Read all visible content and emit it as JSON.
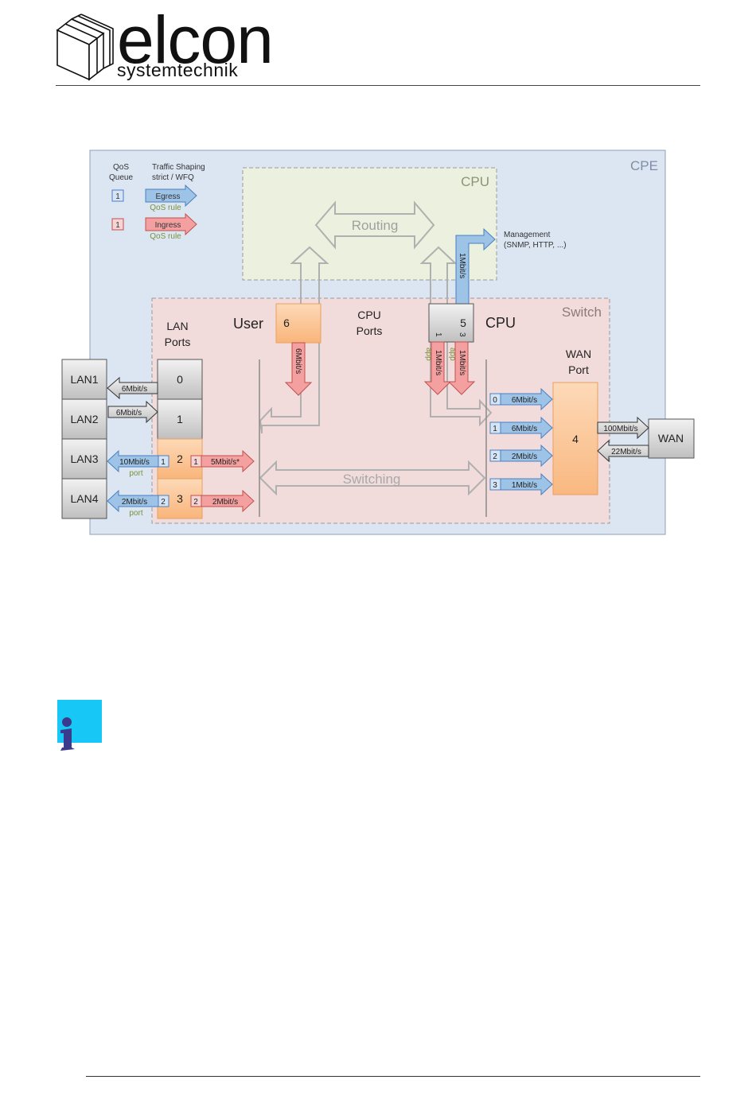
{
  "logo": {
    "word": "elcon",
    "subword": "systemtechnik"
  },
  "diagram": {
    "cpe_label": "CPE",
    "cpu_box_label": "CPU",
    "switch_label": "Switch",
    "routing_label": "Routing",
    "switching_label": "Switching",
    "legend": {
      "qos_queue_line1": "QoS",
      "qos_queue_line2": "Queue",
      "shaping_line1": "Traffic Shaping",
      "shaping_line2": "strict / WFQ",
      "egress_queue": "1",
      "egress_label": "Egress",
      "egress_rule": "QoS rule",
      "ingress_queue": "1",
      "ingress_label": "Ingress",
      "ingress_rule": "QoS rule"
    },
    "management_line1": "Management",
    "management_line2": "(SNMP, HTTP, ...)",
    "management_rate": "1Mbit/s",
    "lan_ports_line1": "LAN",
    "lan_ports_line2": "Ports",
    "user_label": "User",
    "user_port": "6",
    "cpu_ports_line1": "CPU",
    "cpu_ports_line2": "Ports",
    "cpu_port": "5",
    "cpu_label": "CPU",
    "wan_port_line1": "WAN",
    "wan_port_line2": "Port",
    "wan_port_num": "4",
    "user_rate": "6Mbit/s",
    "cpu_ingress": [
      {
        "queue": "1",
        "rate": "1Mbit/s",
        "tag": "app"
      },
      {
        "queue": "3",
        "rate": "1Mbit/s",
        "tag": "app"
      }
    ],
    "lans": [
      {
        "name": "LAN1",
        "port": "0"
      },
      {
        "name": "LAN2",
        "port": "1"
      },
      {
        "name": "LAN3",
        "port": "2"
      },
      {
        "name": "LAN4",
        "port": "3"
      }
    ],
    "lan1_rate": "6Mbit/s",
    "lan2_rate": "6Mbit/s",
    "lan3_egress": {
      "queue": "1",
      "rate": "10Mbit/s",
      "tag": "port"
    },
    "lan3_ingress": {
      "queue": "1",
      "rate": "5Mbit/s*"
    },
    "lan4_egress": {
      "queue": "2",
      "rate": "2Mbit/s",
      "tag": "port"
    },
    "lan4_ingress": {
      "queue": "2",
      "rate": "2Mbit/s"
    },
    "wan_queues": [
      {
        "queue": "0",
        "rate": "6Mbit/s"
      },
      {
        "queue": "1",
        "rate": "6Mbit/s"
      },
      {
        "queue": "2",
        "rate": "2Mbit/s"
      },
      {
        "queue": "3",
        "rate": "1Mbit/s"
      }
    ],
    "wan_label": "WAN",
    "wan_out_rate": "100Mbit/s",
    "wan_in_rate": "22Mbit/s"
  },
  "colors": {
    "cpe_bg": "#dce6f2",
    "cpu_bg": "#ebf1de",
    "switch_bg": "#f2dcdb",
    "port_orange": "#fbc79a",
    "egress_blue": "#9dc3e6",
    "ingress_red": "#f4a0a0",
    "info_cyan": "#17c8f6"
  }
}
